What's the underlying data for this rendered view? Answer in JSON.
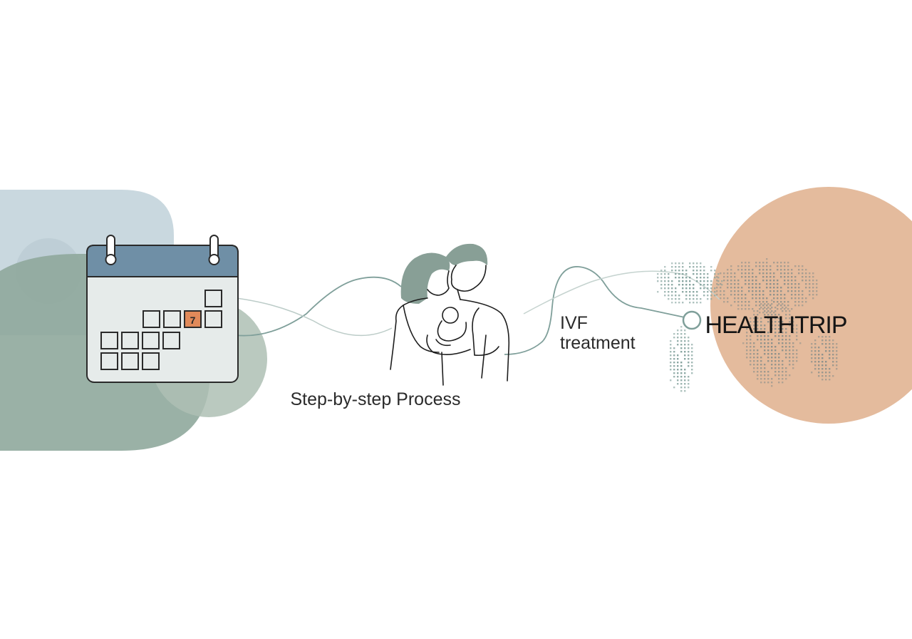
{
  "calendar": {
    "highlighted_day": "7",
    "icon": "calendar-icon"
  },
  "labels": {
    "process": "Step-by-step Process",
    "treatment_line1": "IVF",
    "treatment_line2": "treatment",
    "brand": "HEALTHTRIP"
  },
  "illustration": {
    "family_icon": "couple-with-baby-icon",
    "globe_icon": "dotted-world-map-icon"
  },
  "colors": {
    "blue_blob": "#c9d8df",
    "green_blob": "#8fa99c",
    "green_blob_light": "#aebfb4",
    "calendar_header": "#6f8fa6",
    "calendar_body": "#e6ebea",
    "highlight": "#e08a5a",
    "peach_circle": "#e4bb9d",
    "connector": "#7f9f9a",
    "hair": "#889f96"
  }
}
